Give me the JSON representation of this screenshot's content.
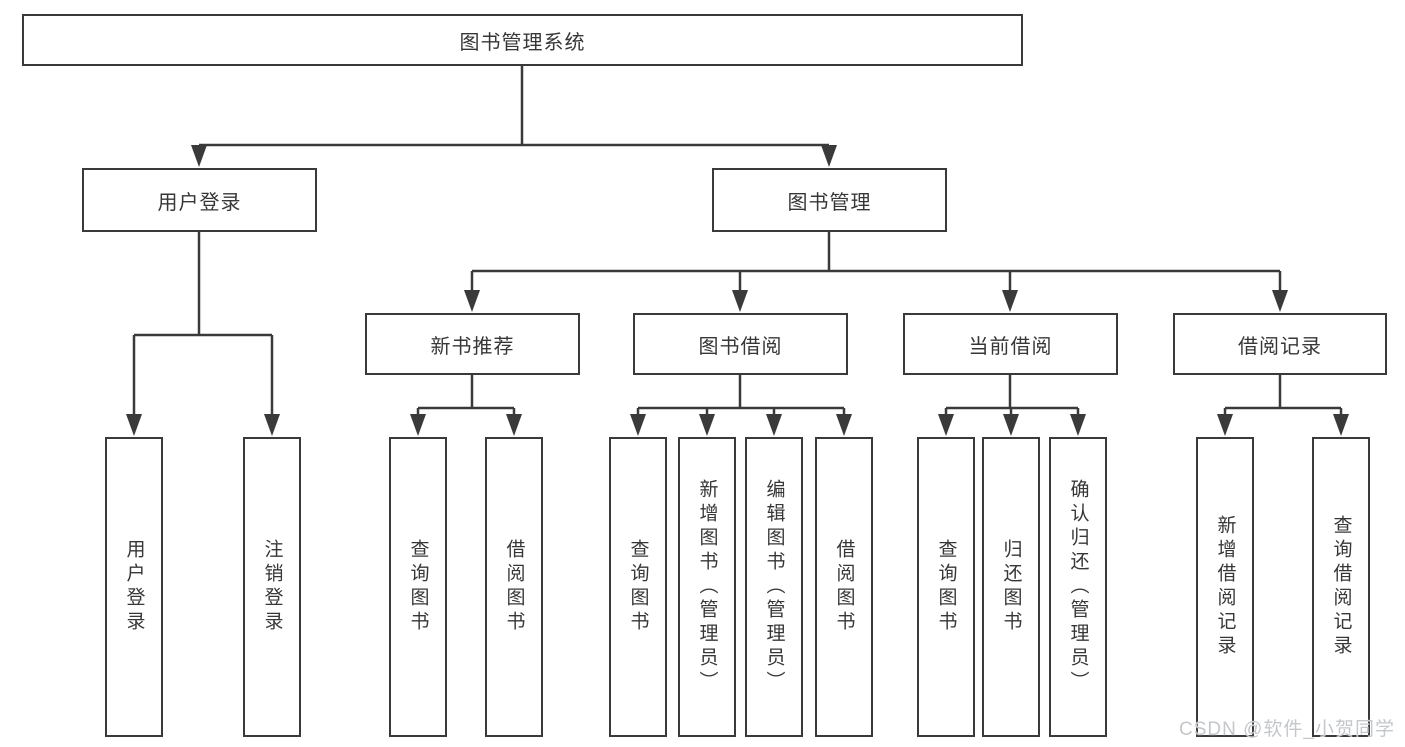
{
  "diagram": {
    "root": {
      "label": "图书管理系统"
    },
    "level2": [
      {
        "label": "用户登录"
      },
      {
        "label": "图书管理"
      }
    ],
    "level3": [
      {
        "label": "新书推荐"
      },
      {
        "label": "图书借阅"
      },
      {
        "label": "当前借阅"
      },
      {
        "label": "借阅记录"
      }
    ],
    "leaves": {
      "userLogin": [
        {
          "label": "用户登录"
        },
        {
          "label": "注销登录"
        }
      ],
      "newBooks": [
        {
          "label": "查询图书"
        },
        {
          "label": "借阅图书"
        }
      ],
      "bookBorrow": [
        {
          "label": "查询图书"
        },
        {
          "label": "新增图书（管理员）"
        },
        {
          "label": "编辑图书（管理员）"
        },
        {
          "label": "借阅图书"
        }
      ],
      "currentBorrow": [
        {
          "label": "查询图书"
        },
        {
          "label": "归还图书"
        },
        {
          "label": "确认归还（管理员）"
        }
      ],
      "borrowRecords": [
        {
          "label": "新增借阅记录"
        },
        {
          "label": "查询借阅记录"
        }
      ]
    }
  },
  "watermark": {
    "text": "CSDN @软件_小贺同学"
  },
  "colors": {
    "line": "#3a3a3a",
    "box_border": "#3a3a3a",
    "box_fill": "#ffffff",
    "text": "#373737",
    "watermark": "#c4c7cb",
    "background": "#ffffff"
  }
}
